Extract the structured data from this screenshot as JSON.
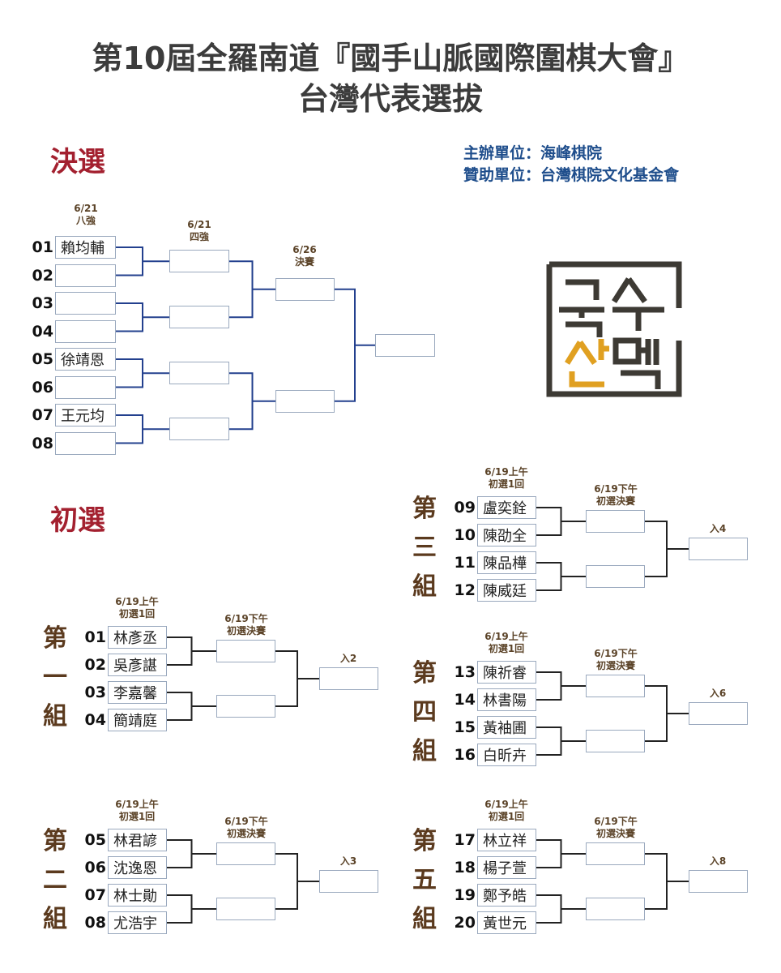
{
  "title": {
    "line1": "第10屆全羅南道『國手山脈國際圍棋大會』",
    "line2": "台灣代表選拔"
  },
  "organizers": {
    "host": "主辦單位：海峰棋院",
    "sponsor": "贊助單位：台灣棋院文化基金會"
  },
  "colors": {
    "title": "#3c3c3c",
    "section": "#a3202f",
    "org": "#1f4e8c",
    "final_lines": "#23408e",
    "prelim_lines": "#222222",
    "logo_dark": "#3d3a34",
    "logo_accent": "#e0a021"
  },
  "logo": {
    "icon": "guksu-sanmaek-logo",
    "text_top": "국수",
    "text_bottom": "산맥"
  },
  "final": {
    "heading": "決選",
    "rounds": [
      {
        "date": "6/21",
        "name": "八強"
      },
      {
        "date": "6/21",
        "name": "四強"
      },
      {
        "date": "6/26",
        "name": "決賽"
      }
    ],
    "slots": [
      {
        "num": "01",
        "name": "賴均輔"
      },
      {
        "num": "02",
        "name": ""
      },
      {
        "num": "03",
        "name": ""
      },
      {
        "num": "04",
        "name": ""
      },
      {
        "num": "05",
        "name": "徐靖恩"
      },
      {
        "num": "06",
        "name": ""
      },
      {
        "num": "07",
        "name": "王元均"
      },
      {
        "num": "08",
        "name": ""
      }
    ]
  },
  "prelim": {
    "heading": "初選",
    "round1": {
      "date": "6/19上午",
      "name": "初選1回"
    },
    "round2": {
      "date": "6/19下午",
      "name": "初選決賽"
    },
    "groups": [
      {
        "label": [
          "第",
          "一",
          "組"
        ],
        "advance": "入2",
        "players": [
          {
            "num": "01",
            "name": "林彥丞"
          },
          {
            "num": "02",
            "name": "吳彥諶"
          },
          {
            "num": "03",
            "name": "李嘉馨"
          },
          {
            "num": "04",
            "name": "簡靖庭"
          }
        ]
      },
      {
        "label": [
          "第",
          "二",
          "組"
        ],
        "advance": "入3",
        "players": [
          {
            "num": "05",
            "name": "林君諺"
          },
          {
            "num": "06",
            "name": "沈逸恩"
          },
          {
            "num": "07",
            "name": "林士勛"
          },
          {
            "num": "08",
            "name": "尤浩宇"
          }
        ]
      },
      {
        "label": [
          "第",
          "三",
          "組"
        ],
        "advance": "入4",
        "players": [
          {
            "num": "09",
            "name": "盧奕銓"
          },
          {
            "num": "10",
            "name": "陳劭全"
          },
          {
            "num": "11",
            "name": "陳品樺"
          },
          {
            "num": "12",
            "name": "陳威廷"
          }
        ]
      },
      {
        "label": [
          "第",
          "四",
          "組"
        ],
        "advance": "入6",
        "players": [
          {
            "num": "13",
            "name": "陳祈睿"
          },
          {
            "num": "14",
            "name": "林書陽"
          },
          {
            "num": "15",
            "name": "黃袖圃"
          },
          {
            "num": "16",
            "name": "白昕卉"
          }
        ]
      },
      {
        "label": [
          "第",
          "五",
          "組"
        ],
        "advance": "入8",
        "players": [
          {
            "num": "17",
            "name": "林立祥"
          },
          {
            "num": "18",
            "name": "楊子萱"
          },
          {
            "num": "19",
            "name": "鄭予皓"
          },
          {
            "num": "20",
            "name": "黃世元"
          }
        ]
      }
    ]
  }
}
